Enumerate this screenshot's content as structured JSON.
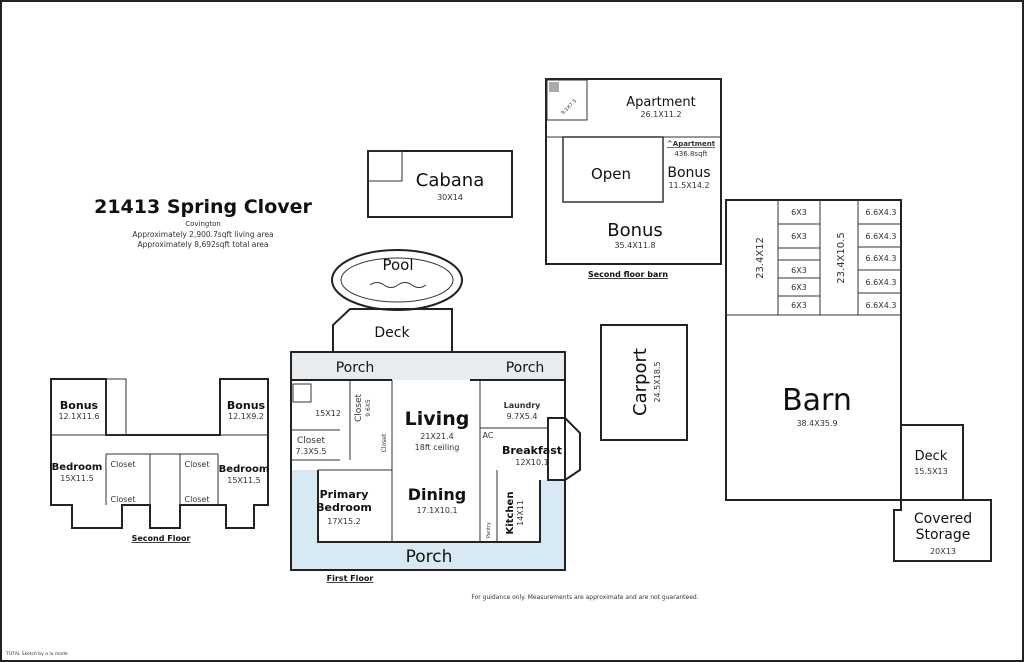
{
  "header": {
    "title": "21413 Spring Clover",
    "city": "Covington",
    "living_area": "Approximately 2,900.7sqft living area",
    "total_area": "Approximately 8,692sqft total area"
  },
  "cabana": {
    "name": "Cabana",
    "dim": "30X14"
  },
  "pool": {
    "name": "Pool"
  },
  "deck_main": {
    "name": "Deck"
  },
  "first_floor": {
    "caption": "First Floor",
    "porch_top_left": "Porch",
    "porch_top_right": "Porch",
    "porch_bottom": "Porch",
    "bath_dim": "15X12",
    "closet_a": {
      "name": "Closet",
      "dim": "9.6X5"
    },
    "closet_b": {
      "name": "Closet",
      "dim": "7.3X5.5"
    },
    "closet_c": "Closet",
    "living": {
      "name": "Living",
      "dim": "21X21.4",
      "note": "18ft ceiling"
    },
    "laundry": {
      "name": "Laundry",
      "dim": "9.7X5.4"
    },
    "ac": "AC",
    "breakfast": {
      "name": "Breakfast",
      "dim": "12X10.1"
    },
    "primary": {
      "name1": "Primary",
      "name2": "Bedroom",
      "dim": "17X15.2"
    },
    "dining": {
      "name": "Dining",
      "dim": "17.1X10.1"
    },
    "kitchen": {
      "name": "Kitchen",
      "dim": "14X11"
    },
    "pantry": "Pantry"
  },
  "second_floor": {
    "caption": "Second Floor",
    "bonus_left": {
      "name": "Bonus",
      "dim": "12.1X11.6"
    },
    "bonus_right": {
      "name": "Bonus",
      "dim": "12.1X9.2"
    },
    "bedroom_left": {
      "name": "Bedroom",
      "dim": "15X11.5"
    },
    "bedroom_right": {
      "name": "Bedroom",
      "dim": "15X11.5"
    },
    "closets": [
      "Closet",
      "Closet",
      "Closet",
      "Closet"
    ]
  },
  "barn_second": {
    "caption": "Second floor barn",
    "apartment": {
      "name": "Apartment",
      "dim": "26.1X11.2"
    },
    "bath_dim": "9.1X7.5",
    "apt_area": {
      "label": "^Apartment",
      "sqft": "436.8sqft"
    },
    "bonus_small": {
      "name": "Bonus",
      "dim": "11.5X14.2"
    },
    "open": "Open",
    "bonus_large": {
      "name": "Bonus",
      "dim": "35.4X11.8"
    }
  },
  "carport": {
    "name": "Carport",
    "dim": "24.5X18.5"
  },
  "barn": {
    "name": "Barn",
    "dim": "38.4X35.9",
    "aisle_left": "23.4X12",
    "aisle_right": "23.4X10.5",
    "stalls_left": [
      "6X3",
      "6X3",
      "6X3",
      "6X3",
      "6X3"
    ],
    "stalls_right": [
      "6.6X4.3",
      "6.6X4.3",
      "6.6X4.3",
      "6.6X4.3",
      "6.6X4.3"
    ]
  },
  "deck_barn": {
    "name": "Deck",
    "dim": "15.5X13"
  },
  "storage": {
    "name1": "Covered",
    "name2": "Storage",
    "dim": "20X13"
  },
  "footer": {
    "disclaimer": "For guidance only. Measurements are approximate and are not guaranteed.",
    "credit": "TOTAL Sketch by a la mode"
  },
  "colors": {
    "porch": "#d7eaf3",
    "gray": "#e9ecee"
  }
}
